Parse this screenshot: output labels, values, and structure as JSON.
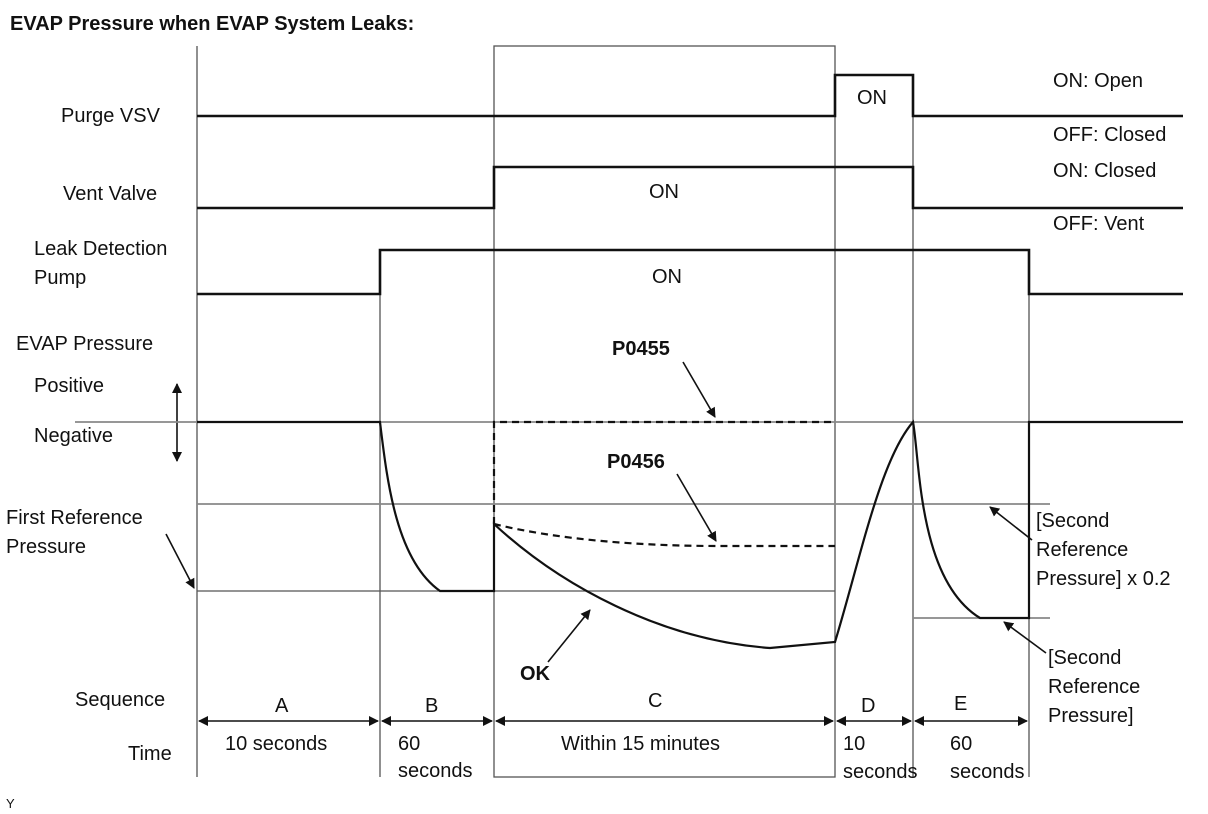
{
  "title": "EVAP Pressure when EVAP System Leaks:",
  "signals": {
    "purge_vsv": "Purge VSV",
    "vent_valve": "Vent Valve",
    "leak_pump_1": "Leak Detection",
    "leak_pump_2": "Pump",
    "evap_pressure": "EVAP Pressure",
    "positive": "Positive",
    "negative": "Negative",
    "first_ref_1": "First Reference",
    "first_ref_2": "Pressure"
  },
  "states": {
    "on": "ON",
    "purge_on": "ON: Open",
    "purge_off": "OFF: Closed",
    "vent_on": "ON: Closed",
    "vent_off": "OFF: Vent"
  },
  "annotations": {
    "p0455": "P0455",
    "p0456": "P0456",
    "ok": "OK",
    "second_ref02_1": "[Second",
    "second_ref02_2": "Reference",
    "second_ref02_3": "Pressure] x 0.2",
    "second_ref_1": "[Second",
    "second_ref_2": "Reference",
    "second_ref_3": "Pressure]"
  },
  "sequence": {
    "label": "Sequence",
    "time_label": "Time",
    "phases": [
      {
        "id": "A",
        "time_1": "10 seconds",
        "time_2": ""
      },
      {
        "id": "B",
        "time_1": "60",
        "time_2": "seconds"
      },
      {
        "id": "C",
        "time_1": "Within 15 minutes",
        "time_2": ""
      },
      {
        "id": "D",
        "time_1": "10",
        "time_2": "seconds"
      },
      {
        "id": "E",
        "time_1": "60",
        "time_2": "seconds"
      }
    ]
  },
  "footer_mark": "Y"
}
